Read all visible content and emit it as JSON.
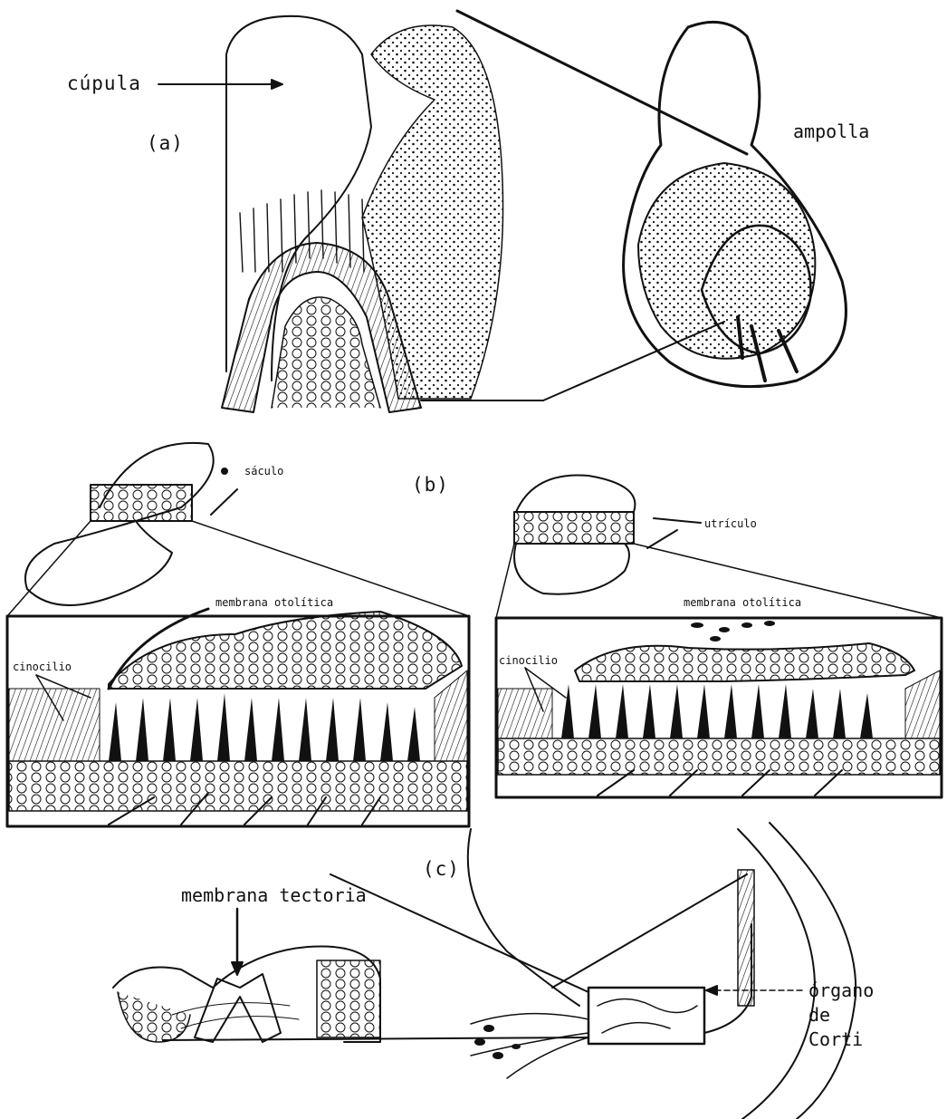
{
  "panel_a": {
    "label": "(a)",
    "cupula_label": "cúpula",
    "ampolla_label": "ampolla"
  },
  "panel_b": {
    "label": "(b)",
    "saculo_label": "sáculo",
    "utriculo_label": "utrículo",
    "membrana_left_label": "membrana otolítica",
    "membrana_right_label": "membrana otolítica",
    "cinocilio_left_label": "cinocilio",
    "cinocilio_right_label": "cinocilio"
  },
  "panel_c": {
    "label": "(c)",
    "tectoria_label": "membrana tectoria",
    "corti_line1": "órgano",
    "corti_line2": "de",
    "corti_line3": "Corti"
  },
  "colors": {
    "ink": "#111111",
    "background": "#ffffff"
  }
}
